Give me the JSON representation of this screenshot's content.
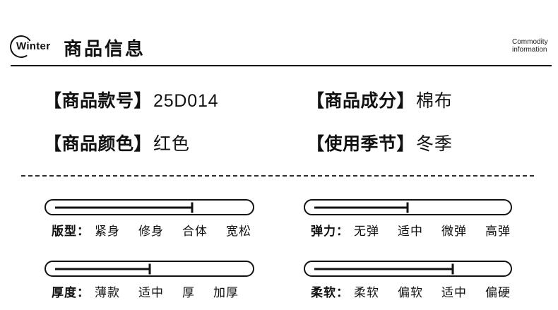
{
  "header": {
    "logo": "Winter",
    "title": "商品信息",
    "subtitle_line1": "Commodity",
    "subtitle_line2": "information"
  },
  "info": {
    "items": [
      {
        "label": "【商品款号】",
        "value": "25D014"
      },
      {
        "label": "【商品成分】",
        "value": "棉布"
      },
      {
        "label": "【商品颜色】",
        "value": "红色"
      },
      {
        "label": "【使用季节】",
        "value": "冬季"
      }
    ]
  },
  "sliders": [
    {
      "name": "版型：",
      "options": [
        "紧身",
        "修身",
        "合体",
        "宽松"
      ],
      "marker_pct": 70.7,
      "selected": "合体"
    },
    {
      "name": "弹力：",
      "options": [
        "无弹",
        "适中",
        "微弹",
        "高弹"
      ],
      "marker_pct": 49.8,
      "selected": "适中"
    },
    {
      "name": "厚度：",
      "options": [
        "薄款",
        "适中",
        "厚",
        "加厚"
      ],
      "marker_pct": 50.2,
      "selected": "适中"
    },
    {
      "name": "柔软：",
      "options": [
        "柔软",
        "偏软",
        "适中",
        "偏硬"
      ],
      "marker_pct": 71.9,
      "selected": "适中"
    }
  ],
  "colors": {
    "text": "#111111",
    "background": "#ffffff"
  }
}
